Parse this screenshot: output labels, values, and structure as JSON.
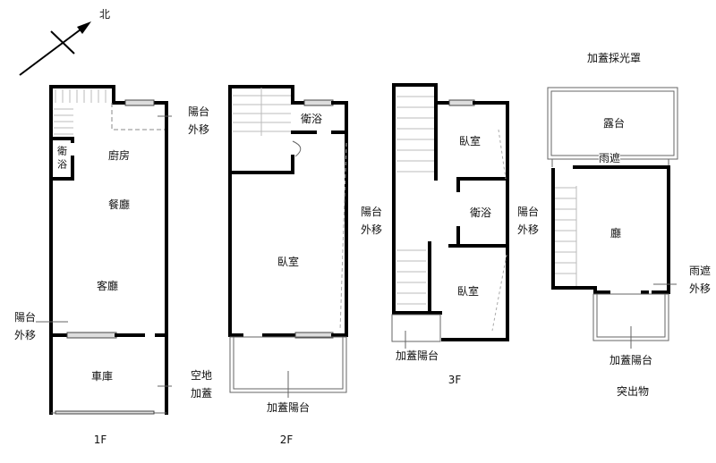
{
  "compass": {
    "north_label": "北"
  },
  "floors": {
    "f1": {
      "label": "1F",
      "rooms": [
        "廚房",
        "餐廳",
        "客廳",
        "衛浴",
        "車庫"
      ],
      "notes": [
        "陽台外移",
        "陽台外移",
        "空地加蓋"
      ]
    },
    "f2": {
      "label": "2F",
      "rooms": [
        "衛浴",
        "臥室"
      ],
      "notes": [
        "陽台外移",
        "加蓋陽台"
      ]
    },
    "f3": {
      "label": "3F",
      "rooms": [
        "臥室",
        "衛浴",
        "臥室"
      ],
      "notes": [
        "陽台外移",
        "加蓋陽台"
      ]
    },
    "f4": {
      "label": "突出物",
      "rooms": [
        "露台",
        "廳"
      ],
      "notes": [
        "加蓋採光罩",
        "雨遮",
        "雨遮外移",
        "加蓋陽台"
      ]
    }
  }
}
